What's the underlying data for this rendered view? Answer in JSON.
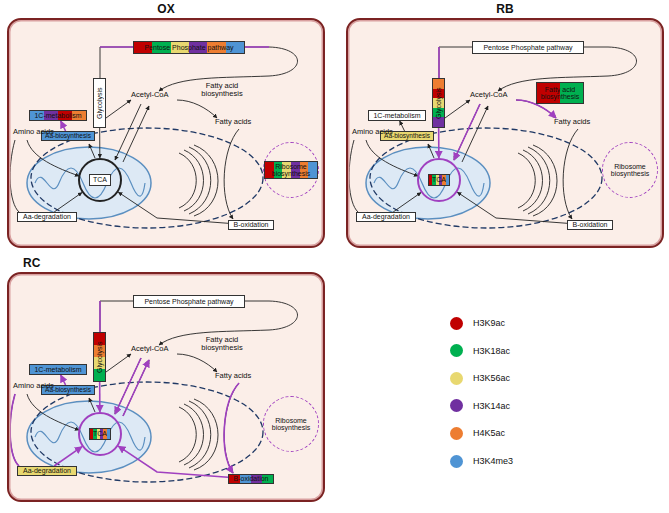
{
  "diagram": {
    "nodes": [
      {
        "text": [
          "OX"
        ]
      },
      {
        "text": [
          "Pentose Phosphate pathway"
        ],
        "in": 0
      },
      {
        "text": [
          "Glycolysis"
        ],
        "in": 0
      },
      {
        "text": [
          "1C-metabolism"
        ],
        "in": 0
      },
      {
        "text": [
          "Aa-biosynthesis"
        ],
        "in": 0
      },
      {
        "text": [
          "TCA"
        ],
        "in": 0
      },
      {
        "text": [
          "Aa-degradation"
        ],
        "in": 0
      },
      {
        "text": [
          "B-oxidation"
        ],
        "in": 0
      },
      {
        "text": [
          "Ribosome biosynthesis"
        ],
        "in": 0
      },
      {
        "text": [
          "RB"
        ]
      },
      {
        "text": [
          "Pentose Phosphate pathway"
        ],
        "in": 9
      },
      {
        "text": [
          "Glycolysis"
        ],
        "in": 9
      },
      {
        "text": [
          "1C-metabolism"
        ],
        "in": 9
      },
      {
        "text": [
          "Aa-biosynthesis"
        ],
        "in": 9
      },
      {
        "text": [
          "Fatty acid biosynthesis"
        ],
        "in": 9
      },
      {
        "text": [
          "TCA"
        ],
        "in": 9
      },
      {
        "text": [
          "Aa-degradation"
        ],
        "in": 9
      },
      {
        "text": [
          "B-oxidation"
        ],
        "in": 9
      },
      {
        "text": [
          "Ribosome biosynthesis"
        ],
        "in": 9
      },
      {
        "text": [
          "RC"
        ]
      },
      {
        "text": [
          "Pentose Phosphate pathway"
        ],
        "in": 19
      },
      {
        "text": [
          "Glycolysis"
        ],
        "in": 19
      },
      {
        "text": [
          "1C-metabolism"
        ],
        "in": 19
      },
      {
        "text": [
          "Aa-biosynthesis"
        ],
        "in": 19
      },
      {
        "text": [
          "TCA"
        ],
        "in": 19
      },
      {
        "text": [
          "Aa-degradation"
        ],
        "in": 19
      },
      {
        "text": [
          "B-oxidation"
        ],
        "in": 19
      },
      {
        "text": [
          "Ribosome biosynthesis"
        ],
        "in": 19
      }
    ],
    "edges": [
      {
        "from": 2,
        "to": 5,
        "arrow": "to"
      },
      {
        "from": 4,
        "to": 3,
        "arrow": "to"
      },
      {
        "from": 6,
        "to": 5,
        "arrow": "to"
      },
      {
        "from": 7,
        "to": 5,
        "arrow": "to"
      },
      {
        "from": 11,
        "to": 15,
        "arrow": "to"
      },
      {
        "from": 13,
        "to": 12,
        "arrow": "to"
      },
      {
        "from": 16,
        "to": 15,
        "arrow": "to"
      },
      {
        "from": 17,
        "to": 15,
        "arrow": "to"
      },
      {
        "from": 21,
        "to": 24,
        "arrow": "to"
      },
      {
        "from": 23,
        "to": 22,
        "arrow": "to"
      },
      {
        "from": 25,
        "to": 24,
        "arrow": "to"
      },
      {
        "from": 26,
        "to": 24,
        "arrow": "to"
      }
    ],
    "labels": [
      "Amino acids",
      "Acetyl-CoA",
      "Fatty acid biosynthesis",
      "Fatty acids",
      "Amino acids",
      "Acetyl-CoA",
      "Fatty acids",
      "Amino acids",
      "Acetyl-CoA",
      "Fatty acid biosynthesis",
      "Fatty acids"
    ],
    "legend": [
      {
        "text": "H3K9ac",
        "color": "#c00000"
      },
      {
        "text": "H3K18ac",
        "color": "#00b050"
      },
      {
        "text": "H3K56ac",
        "color": "#e8d870"
      },
      {
        "text": "H3K14ac",
        "color": "#7030a0"
      },
      {
        "text": "H4K5ac",
        "color": "#ed7d31"
      },
      {
        "text": "H3K4me3",
        "color": "#4f94d4"
      }
    ]
  }
}
